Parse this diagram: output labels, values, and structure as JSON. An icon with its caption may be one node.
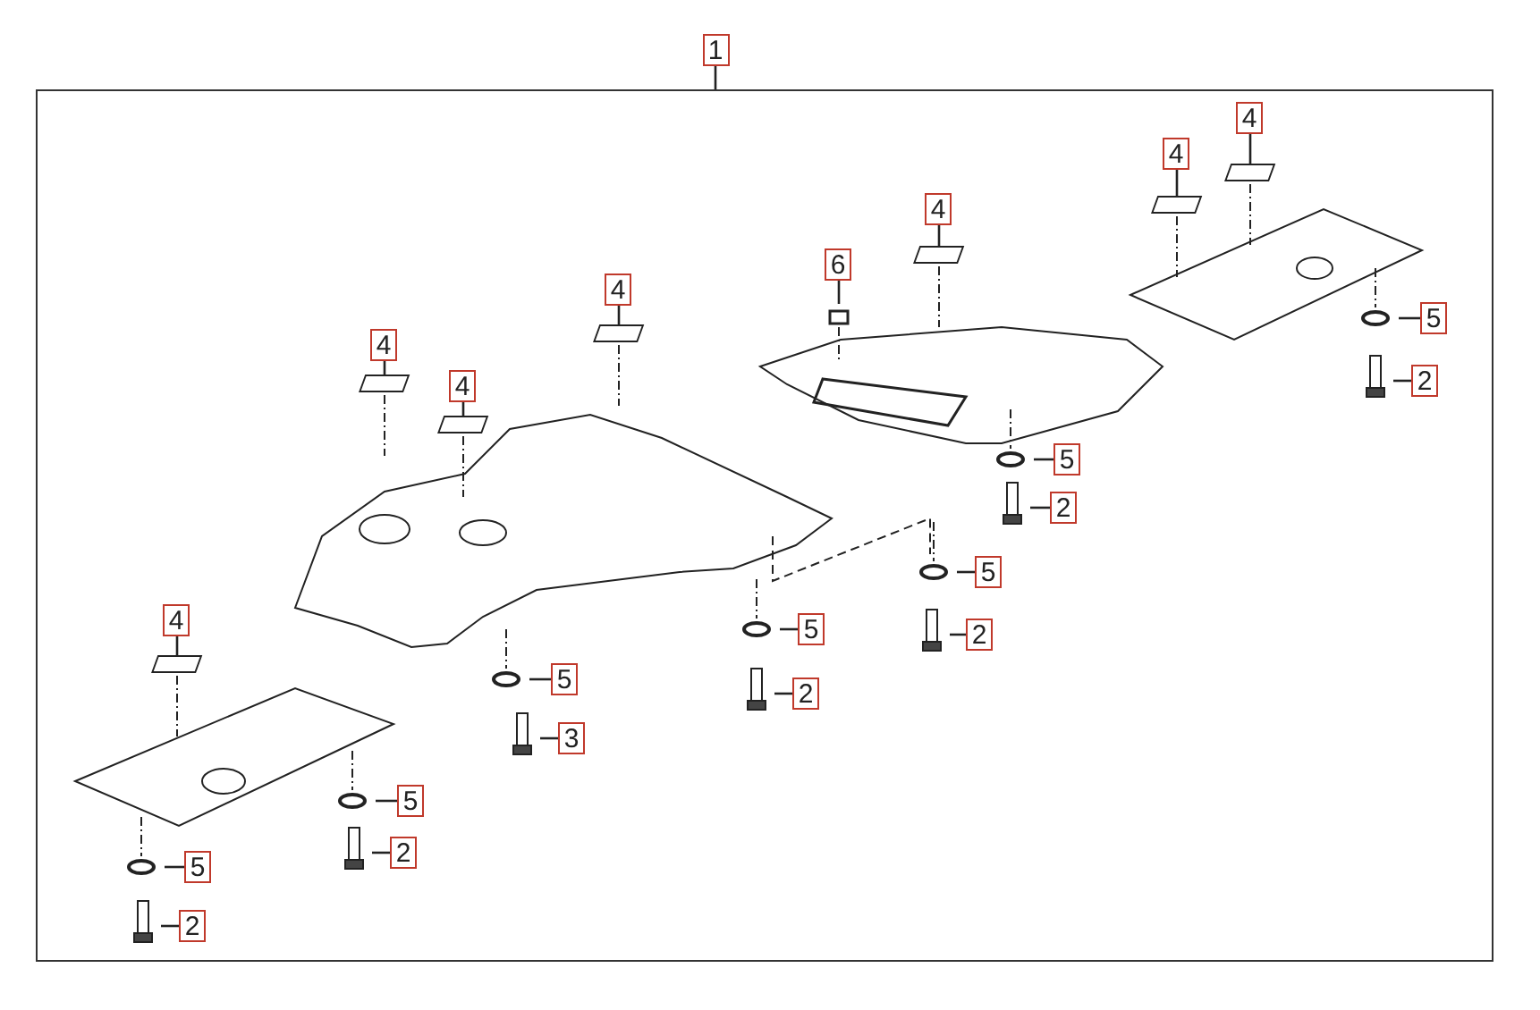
{
  "diagram": {
    "nodes": [
      {
        "text": [],
        "shape": "box"
      },
      {
        "text": [
          "1"
        ]
      },
      {
        "text": [
          "4"
        ],
        "in": 0
      },
      {
        "text": [
          "4"
        ],
        "in": 0
      },
      {
        "text": [
          "4"
        ],
        "in": 0
      },
      {
        "text": [
          "6"
        ],
        "in": 0
      },
      {
        "text": [
          "4"
        ],
        "in": 0
      },
      {
        "text": [
          "4"
        ],
        "in": 0
      },
      {
        "text": [
          "4"
        ],
        "in": 0
      },
      {
        "text": [
          "5"
        ],
        "in": 0
      },
      {
        "text": [
          "2"
        ],
        "in": 0
      },
      {
        "text": [
          "5"
        ],
        "in": 0
      },
      {
        "text": [
          "2"
        ],
        "in": 0
      },
      {
        "text": [
          "5"
        ],
        "in": 0
      },
      {
        "text": [
          "2"
        ],
        "in": 0
      },
      {
        "text": [
          "4"
        ],
        "in": 0
      },
      {
        "text": [
          "5"
        ],
        "in": 0
      },
      {
        "text": [
          "5"
        ],
        "in": 0
      },
      {
        "text": [
          "2"
        ],
        "in": 0
      },
      {
        "text": [
          "3"
        ],
        "in": 0
      },
      {
        "text": [
          "5"
        ],
        "in": 0
      },
      {
        "text": [
          "2"
        ],
        "in": 0
      },
      {
        "text": [
          "5"
        ],
        "in": 0
      },
      {
        "text": [
          "2"
        ],
        "in": 0
      }
    ],
    "edges": [
      {
        "from": 1,
        "to": 0,
        "arrow": "none"
      },
      {
        "from": 2,
        "to": null,
        "arrow": "none"
      },
      {
        "from": 3,
        "to": null,
        "arrow": "none"
      },
      {
        "from": 4,
        "to": null,
        "arrow": "none"
      },
      {
        "from": 5,
        "to": null,
        "arrow": "none"
      },
      {
        "from": 6,
        "to": null,
        "arrow": "none"
      },
      {
        "from": 7,
        "to": null,
        "arrow": "none"
      },
      {
        "from": 8,
        "to": null,
        "arrow": "none"
      },
      {
        "from": 9,
        "to": null,
        "arrow": "none"
      },
      {
        "from": 10,
        "to": null,
        "arrow": "none"
      },
      {
        "from": 11,
        "to": null,
        "arrow": "none"
      },
      {
        "from": 12,
        "to": null,
        "arrow": "none"
      },
      {
        "from": 13,
        "to": null,
        "arrow": "none"
      },
      {
        "from": 14,
        "to": null,
        "arrow": "none"
      },
      {
        "from": 15,
        "to": null,
        "arrow": "none"
      },
      {
        "from": 16,
        "to": null,
        "arrow": "none"
      },
      {
        "from": 17,
        "to": null,
        "arrow": "none"
      },
      {
        "from": 18,
        "to": null,
        "arrow": "none"
      },
      {
        "from": 19,
        "to": null,
        "arrow": "none"
      },
      {
        "from": 20,
        "to": null,
        "arrow": "none"
      },
      {
        "from": 21,
        "to": null,
        "arrow": "none"
      },
      {
        "from": 22,
        "to": null,
        "arrow": "none"
      },
      {
        "from": 23,
        "to": null,
        "arrow": "none"
      }
    ]
  }
}
